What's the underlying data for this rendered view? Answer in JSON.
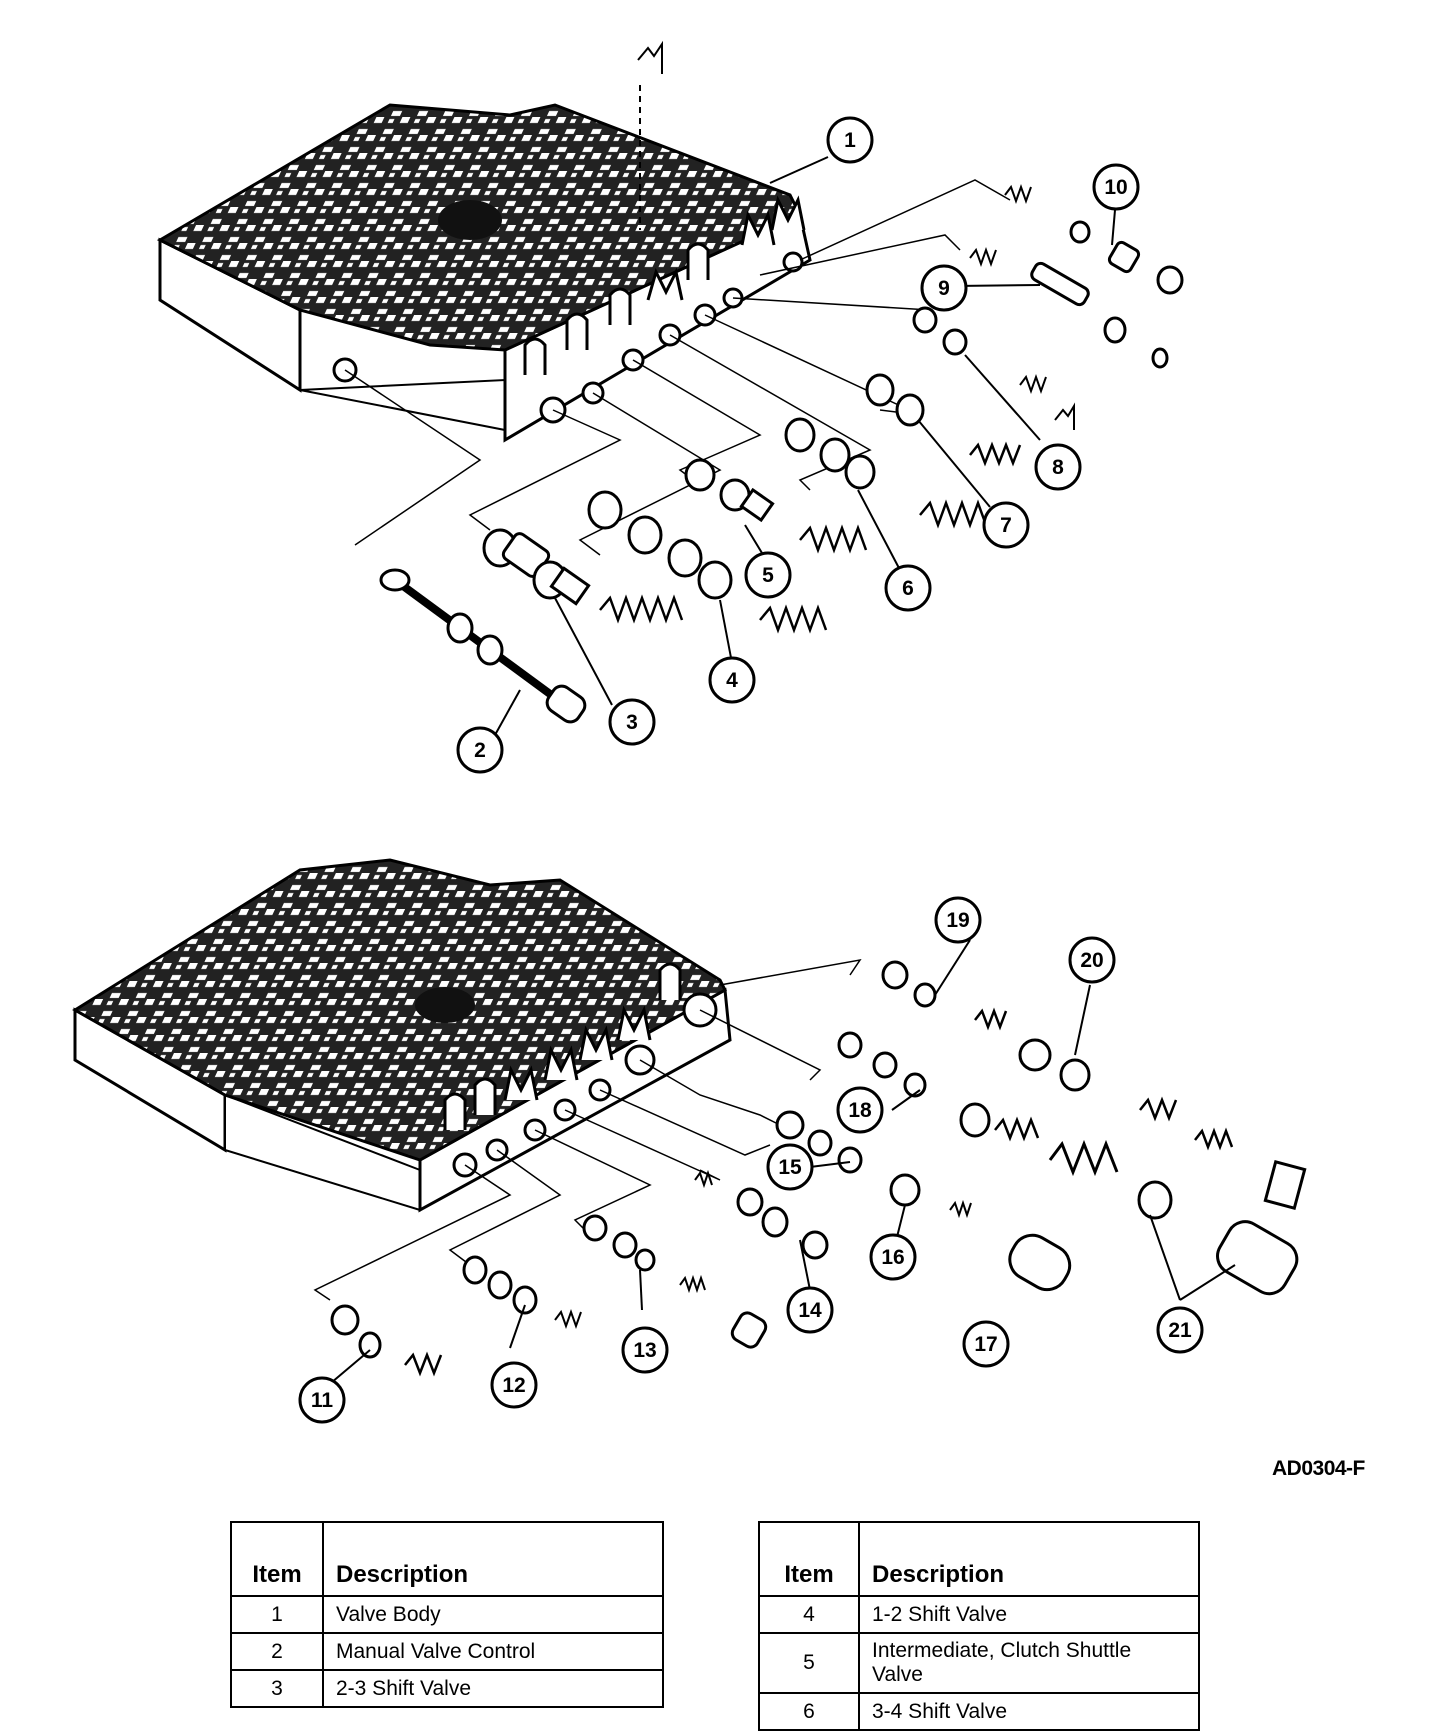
{
  "figure_code": "AD0304-F",
  "callouts": [
    "1",
    "2",
    "3",
    "4",
    "5",
    "6",
    "7",
    "8",
    "9",
    "10",
    "11",
    "12",
    "13",
    "14",
    "15",
    "16",
    "17",
    "18",
    "19",
    "20",
    "21"
  ],
  "legend_tables": [
    {
      "headers": {
        "item": "Item",
        "description": "Description"
      },
      "rows": [
        {
          "item": "1",
          "description": "Valve Body"
        },
        {
          "item": "2",
          "description": "Manual Valve Control"
        },
        {
          "item": "3",
          "description": "2-3 Shift Valve"
        }
      ]
    },
    {
      "headers": {
        "item": "Item",
        "description": "Description"
      },
      "rows": [
        {
          "item": "4",
          "description": "1-2 Shift Valve"
        },
        {
          "item": "5",
          "description": "Intermediate, Clutch Shuttle Valve"
        },
        {
          "item": "6",
          "description": "3-4 Shift Valve"
        }
      ]
    }
  ],
  "colors": {
    "ink": "#000000",
    "paper": "#ffffff"
  }
}
